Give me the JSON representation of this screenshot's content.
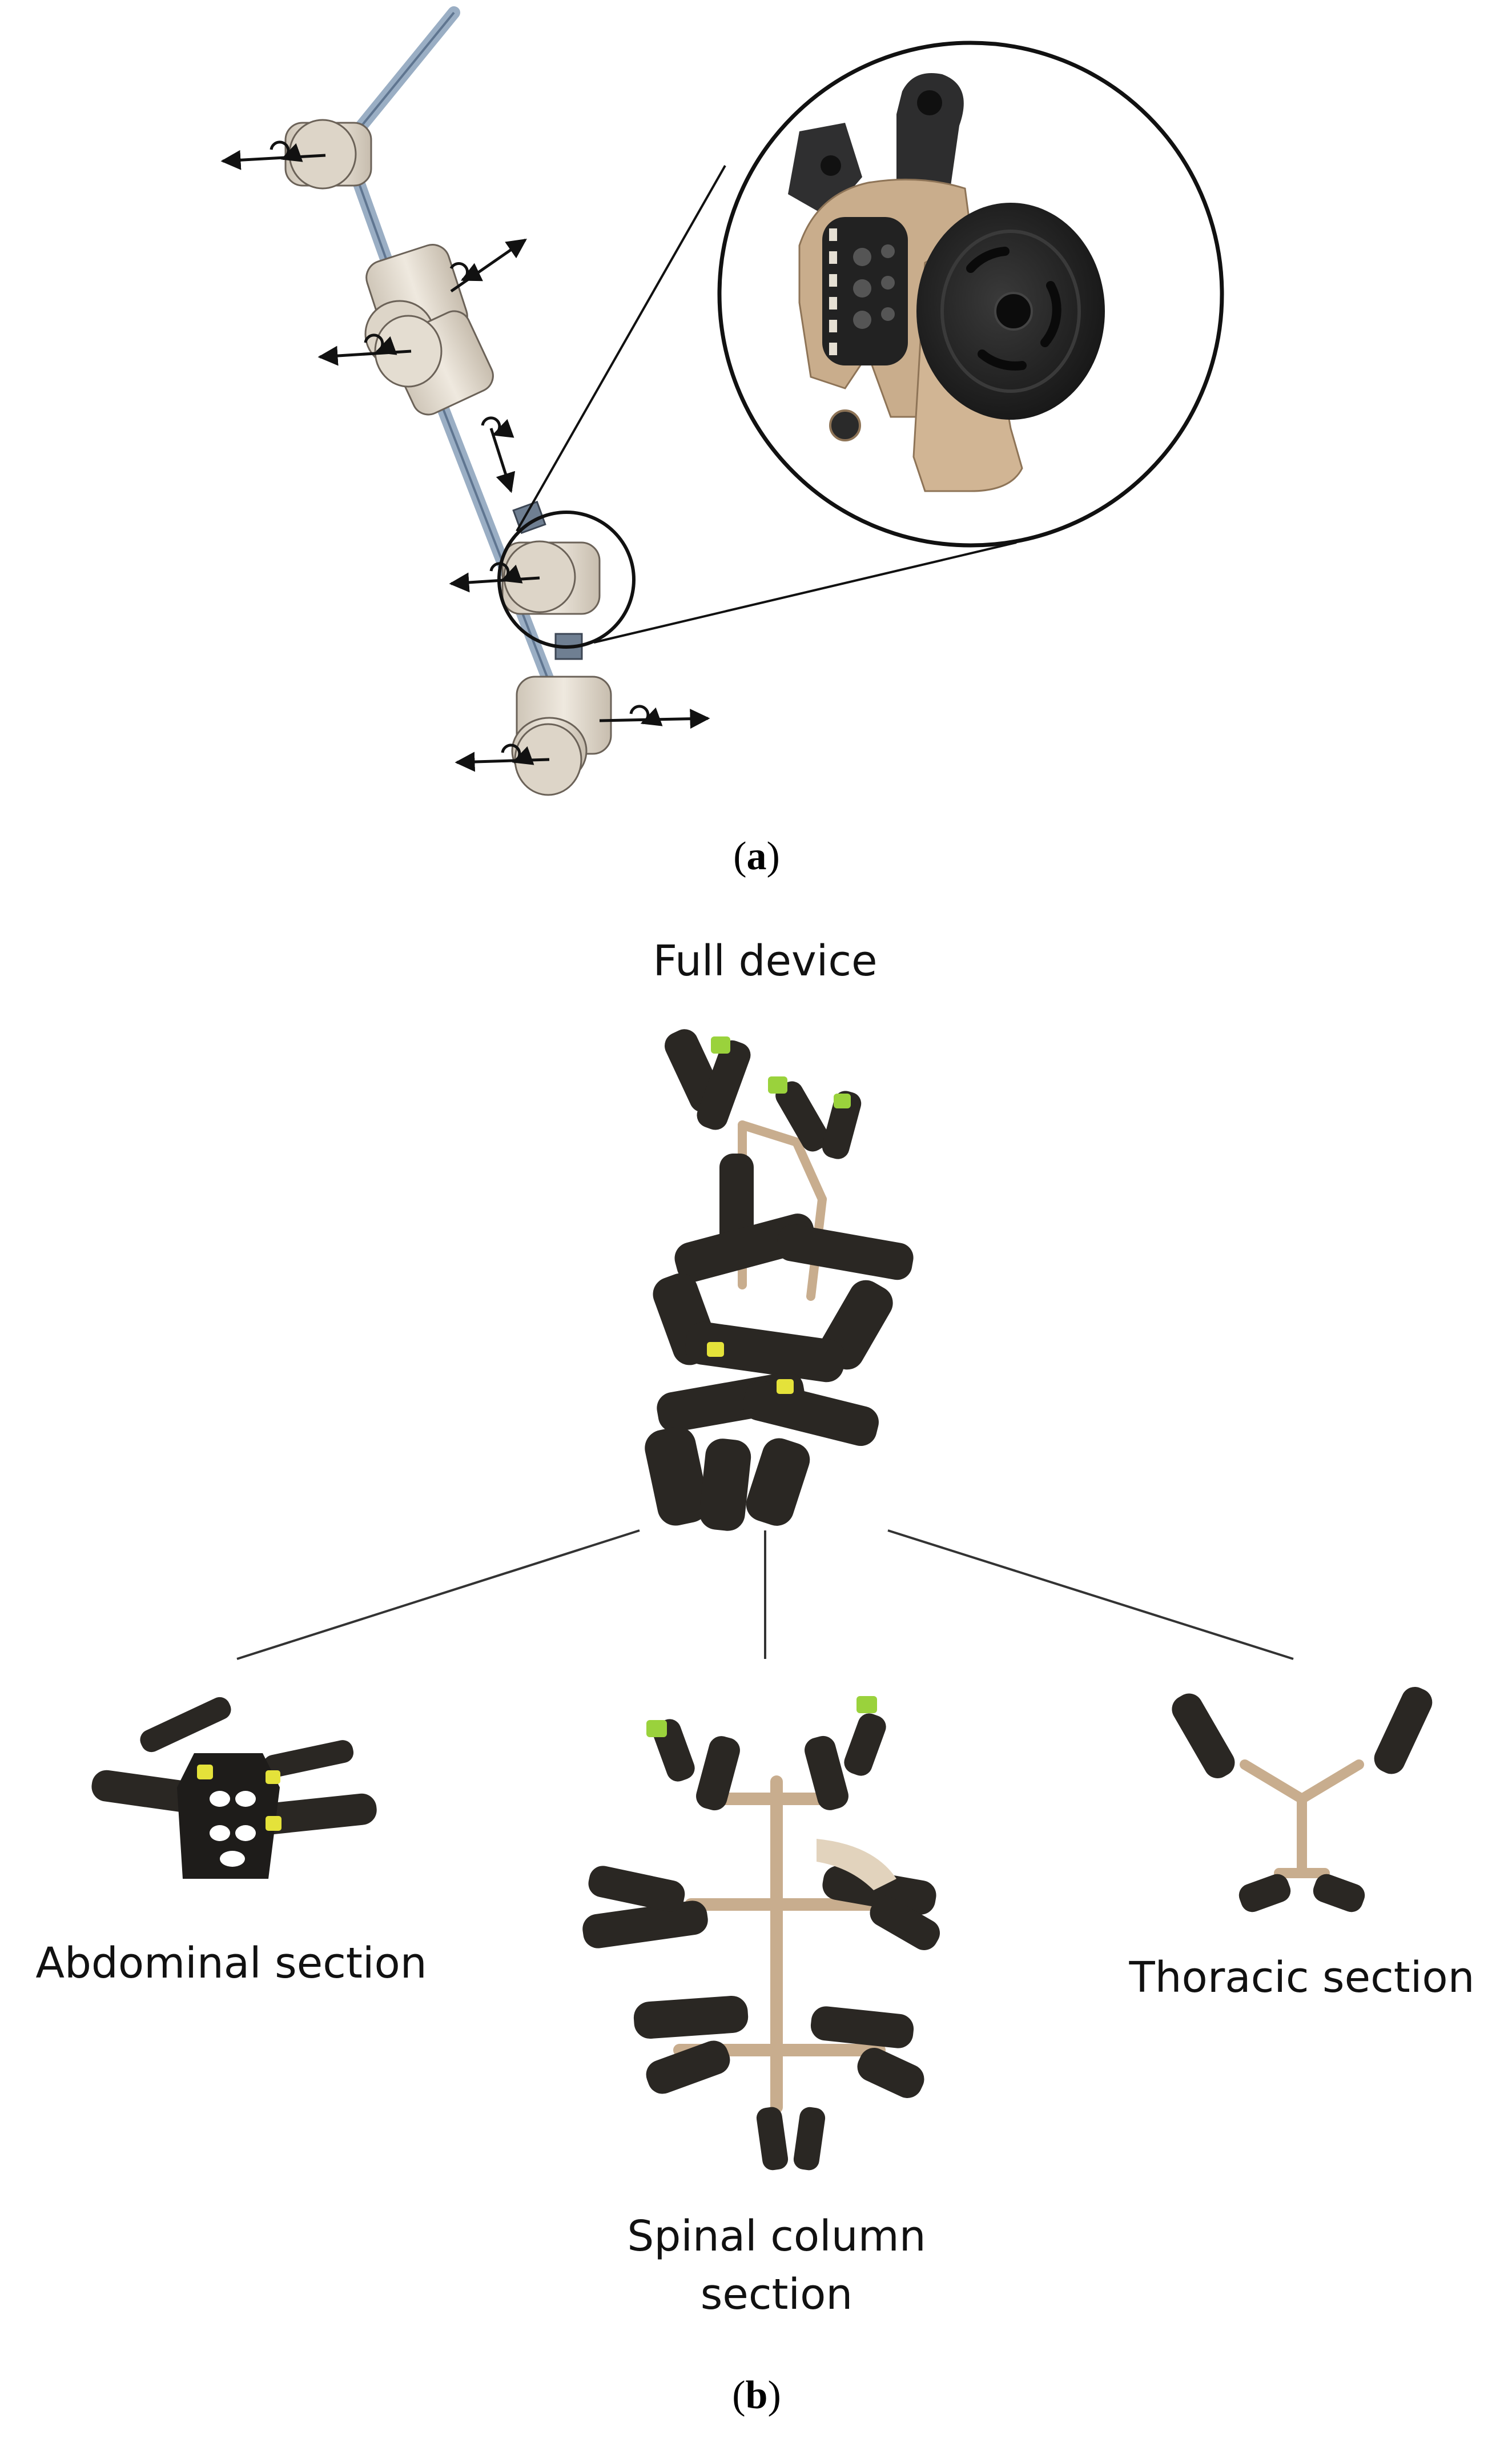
{
  "figure": {
    "panel_a": {
      "caption_open": "(",
      "caption_letter": "a",
      "caption_close": ")"
    },
    "panel_b": {
      "caption_open": "(",
      "caption_letter": "b",
      "caption_close": ")",
      "full_device_label": "Full device",
      "abdominal_label": "Abdominal section",
      "spinal_label_line1": "Spinal column",
      "spinal_label_line2": "section",
      "thoracic_label": "Thoracic section"
    }
  },
  "colors": {
    "joint_fill": "#e8e1d6",
    "shaft": "#9aaec4",
    "device_dark": "#2a2723",
    "device_tan": "#c8ad8e",
    "accent_green": "#9ad23c",
    "accent_yellow": "#e4e23a"
  }
}
